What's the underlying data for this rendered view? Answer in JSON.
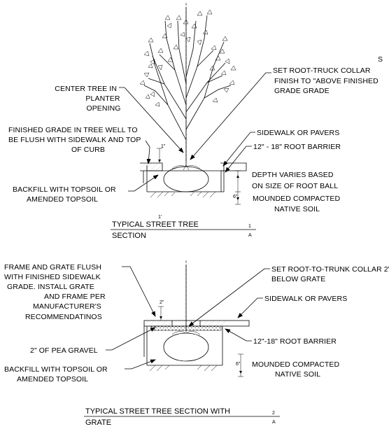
{
  "detail1": {
    "corner_mark": "S",
    "labels": {
      "center_tree_1": "CENTER TREE IN",
      "center_tree_2": "PLANTER",
      "center_tree_3": "OPENING",
      "collar_1": "SET ROOT-TRUCK COLLAR",
      "collar_2": "FINISH TO \"ABOVE FINISHED",
      "collar_3": "GRADE GRADE",
      "finished_grade_1": "FINISHED GRADE IN TREE WELL TO",
      "finished_grade_2": "BE FLUSH WITH SIDEWALK AND TOP",
      "finished_grade_3": "OF CURB",
      "sidewalk": "SIDEWALK OR PAVERS",
      "root_barrier": "12\" - 18\" ROOT BARRIER",
      "depth_1": "DEPTH VARIES BASED",
      "depth_2": "ON SIZE OF ROOT BALL",
      "backfill_1": "BACKFILL WITH TOPSOIL OR",
      "backfill_2": "AMENDED TOPSOIL",
      "mounded_1": "MOUNDED COMPACTED",
      "mounded_2": "NATIVE SOIL"
    },
    "dims": {
      "top": "1\"",
      "bottom": "6\"",
      "under": "1'"
    },
    "title_1": "TYPICAL STREET TREE",
    "title_2": "SECTION",
    "ref_num": "1",
    "ref_sheet": "A"
  },
  "detail2": {
    "labels": {
      "frame_1": "FRAME AND GRATE FLUSH",
      "frame_2": "WITH FINISHED SIDEWALK",
      "frame_3": "GRADE. INSTALL GRATE",
      "frame_4": "AND FRAME PER",
      "frame_5": "MANUFACTURER'S",
      "frame_6": "RECOMMENDATINOS",
      "collar_1": "SET ROOT-TO-TRUNK COLLAR 2\"",
      "collar_2": "BELOW GRATE",
      "sidewalk": "SIDEWALK OR PAVERS",
      "pea_gravel": "2\" OF PEA GRAVEL",
      "root_barrier": "12\"-18\" ROOT BARRIER",
      "backfill_1": "BACKFILL WITH TOPSOIL OR",
      "backfill_2": "AMENDED TOPSOIL",
      "mounded_1": "MOUNDED COMPACTED",
      "mounded_2": "NATIVE SOIL"
    },
    "dims": {
      "top": "2\"",
      "bottom": "6\""
    },
    "title_1": "TYPICAL STREET TREE SECTION  WITH",
    "title_2": "GRATE",
    "ref_num": "2",
    "ref_sheet": "A"
  }
}
